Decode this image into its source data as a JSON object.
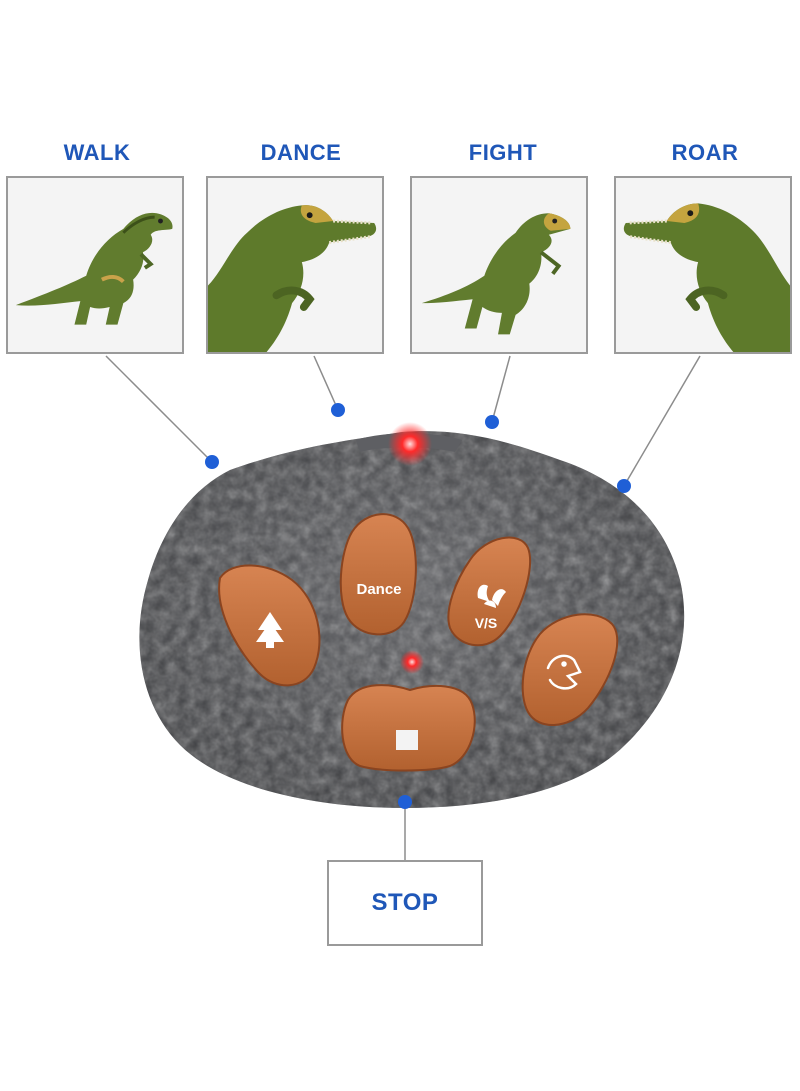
{
  "actions": [
    {
      "label": "WALK"
    },
    {
      "label": "DANCE"
    },
    {
      "label": "FIGHT"
    },
    {
      "label": "ROAR"
    }
  ],
  "stop": {
    "label": "STOP"
  },
  "remote": {
    "dance_button_text": "Dance",
    "fight_button_text": "V/S"
  },
  "colors": {
    "label_blue": "#1f57b8",
    "dot_blue": "#1f5fd6",
    "remote_body": "#4a4b4e",
    "button_orange": "#c4703f",
    "led_red": "#ff2a2a",
    "dino_green": "#5f7a2c"
  },
  "icons": {
    "walk_button": "tree-icon",
    "stop_button": "square-icon",
    "roar_button": "dino-head-icon"
  }
}
